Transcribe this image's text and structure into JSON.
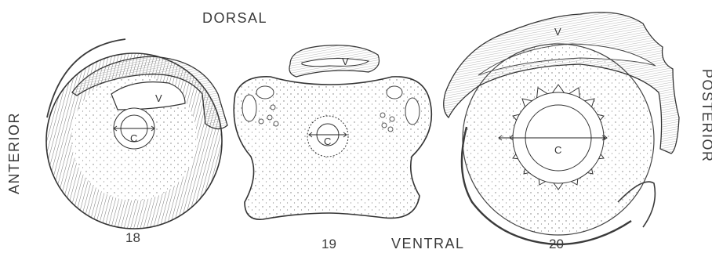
{
  "orientation": {
    "top": "DORSAL",
    "bottom": "VENTRAL",
    "left": "ANTERIOR",
    "right": "POSTERIOR"
  },
  "figures": [
    {
      "number": "18",
      "v_label": "V",
      "c_label": "C"
    },
    {
      "number": "19",
      "v_label": "V",
      "c_label": "C"
    },
    {
      "number": "20",
      "v_label": "V",
      "c_label": "C"
    }
  ]
}
